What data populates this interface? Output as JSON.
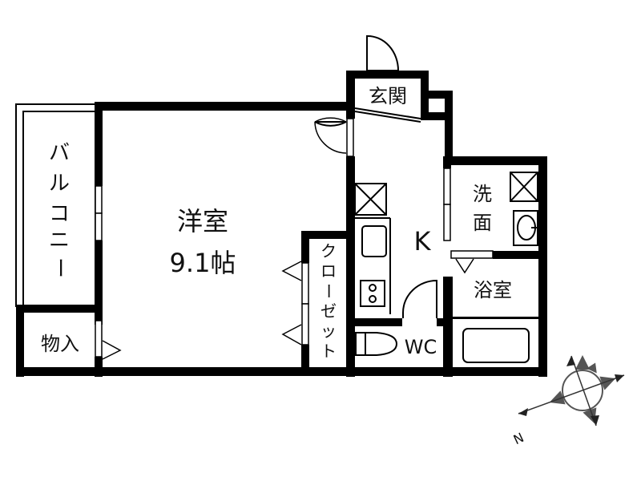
{
  "floorplan": {
    "rooms": {
      "western_room": {
        "name": "洋室",
        "size": "9.1帖"
      },
      "balcony": {
        "name": "バルコニー",
        "chars": [
          "バ",
          "ル",
          "コ",
          "ニ",
          "ー"
        ]
      },
      "storage": {
        "name": "物入"
      },
      "closet": {
        "name": "クローゼット",
        "chars": [
          "ク",
          "ロ",
          "ー",
          "ゼ",
          "ッ",
          "ト"
        ]
      },
      "entrance": {
        "name": "玄関"
      },
      "kitchen": {
        "name": "K"
      },
      "toilet": {
        "name": "WC"
      },
      "washroom": {
        "name": "洗面",
        "chars": [
          "洗",
          "面"
        ]
      },
      "bathroom": {
        "name": "浴室"
      }
    },
    "compass": {
      "label": "N",
      "direction": "south-west"
    },
    "colors": {
      "wall": "#000000",
      "line": "#111111",
      "background": "#ffffff",
      "compass_shade": "#555555"
    }
  }
}
